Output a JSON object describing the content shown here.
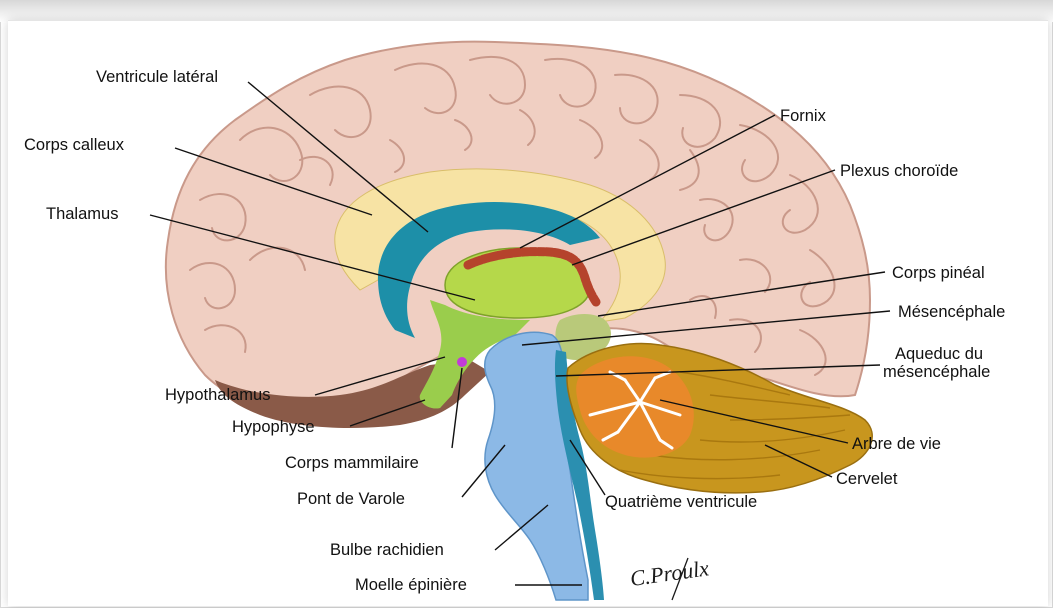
{
  "labels": {
    "ventricule_lateral": "Ventricule latéral",
    "corps_calleux": "Corps calleux",
    "thalamus": "Thalamus",
    "hypothalamus": "Hypothalamus",
    "hypophyse": "Hypophyse",
    "corps_mammilaire": "Corps mammilaire",
    "pont_de_varole": "Pont de Varole",
    "bulbe_rachidien": "Bulbe rachidien",
    "moelle_epiniere": "Moelle épinière",
    "fornix": "Fornix",
    "plexus_choroide": "Plexus choroïde",
    "corps_pineal": "Corps pinéal",
    "mesencephale": "Mésencéphale",
    "aqueduc_line1": "Aqueduc du",
    "aqueduc_line2": "mésencéphale",
    "arbre_de_vie": "Arbre de vie",
    "cervelet": "Cervelet",
    "quatrieme_ventricule": "Quatrième ventricule"
  },
  "signature": "C.Proulx",
  "colors": {
    "cortex": "#f0cfc2",
    "cortex_outline": "#c9998a",
    "corpus_callosum": "#f7e3a4",
    "lateral_ventricle": "#1d8fa8",
    "thalamus": "#b5d84a",
    "diencephalon": "#9acd4c",
    "brainstem": "#8cb9e6",
    "cerebellum": "#c8961e",
    "arbor_vitae": "#e8892a",
    "choroid_plexus": "#b5432c",
    "hypophysis_bg": "#8a5a48",
    "mammillary": "#c23bd8",
    "fourth_ventricle": "#2b8fb0"
  }
}
